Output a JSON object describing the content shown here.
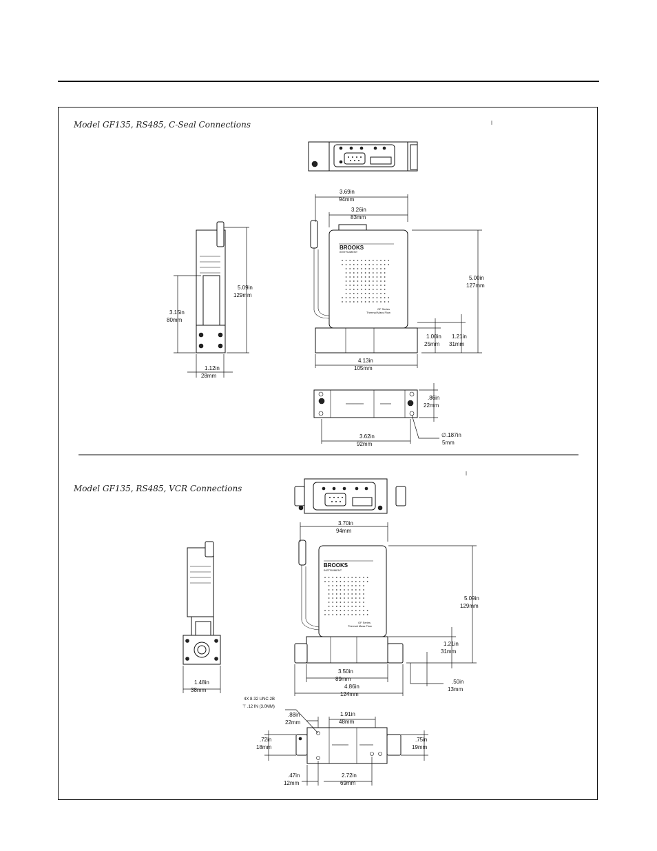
{
  "section1": {
    "caption": "Model GF135, RS485, C-Seal Connections",
    "dims": {
      "overall_width": [
        "3.69in",
        "94mm"
      ],
      "body_width": [
        "3.26in",
        "83mm"
      ],
      "body_height": [
        "5.00in",
        "127mm"
      ],
      "base_height_a": [
        "1.00in",
        "25mm"
      ],
      "base_height_b": [
        "1.21in",
        "31mm"
      ],
      "base_length": [
        "4.13in",
        "105mm"
      ],
      "side_height": [
        "5.09in",
        "129mm"
      ],
      "side_lower": [
        "3.15in",
        "80mm"
      ],
      "side_width": [
        "1.12in",
        "28mm"
      ],
      "bottom_depth": [
        ".86in",
        "22mm"
      ],
      "bottom_length": [
        "3.62in",
        "92mm"
      ],
      "hole_dia": [
        "∅.187in",
        "5mm"
      ]
    }
  },
  "section2": {
    "caption": "Model GF135, RS485, VCR Connections",
    "dims": {
      "overall_width": [
        "3.70in",
        "94mm"
      ],
      "body_height": [
        "5.09in",
        "129mm"
      ],
      "base_height": [
        "1.21in",
        "31mm"
      ],
      "base_length": [
        "3.50in",
        "89mm"
      ],
      "overall_length": [
        "4.86in",
        "124mm"
      ],
      "fitting_offset": [
        ".50in",
        "13mm"
      ],
      "side_width": [
        "1.48in",
        "38mm"
      ],
      "thread_note": [
        "4X 8-32 UNC-2B",
        "⊤ .12 IN (3.0MM)"
      ],
      "hole_spacing": [
        "1.91in",
        "48mm"
      ],
      "hole_offset": [
        ".88in",
        "22mm"
      ],
      "left_depth": [
        ".72in",
        "18mm"
      ],
      "right_depth": [
        ".75in",
        "19mm"
      ],
      "left_offset": [
        ".47in",
        "12mm"
      ],
      "hole_span": [
        "2.72in",
        "69mm"
      ]
    }
  },
  "brand_text": [
    "BROOKS",
    "INSTRUMENT"
  ],
  "label_text": [
    "GF Series",
    "Thermal Mass Flow"
  ]
}
